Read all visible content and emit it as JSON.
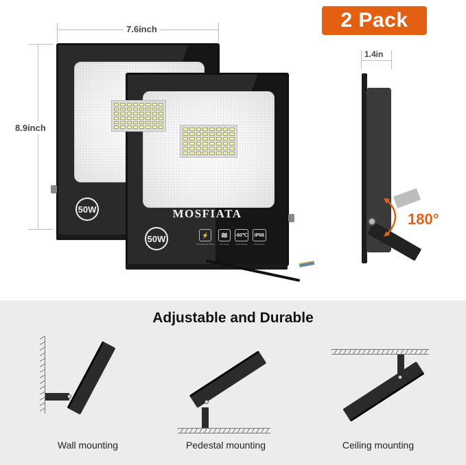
{
  "badge": {
    "label": "2 Pack",
    "color": "#e35f12"
  },
  "dimensions": {
    "width": "7.6inch",
    "height": "8.9inch",
    "depth": "1.4in"
  },
  "product": {
    "brand": "MOSFIATA",
    "wattage": "50W",
    "led_grid": {
      "columns": 8,
      "rows": 6
    },
    "features": [
      {
        "icon": "lightning-icon",
        "symbol": "⚡",
        "caption": "Anti-lightning Strike"
      },
      {
        "icon": "wave-icon",
        "symbol": "≋",
        "caption": "Anti-surge"
      },
      {
        "icon": "temperature-icon",
        "symbol": "-60℃",
        "caption": "Cold starting"
      },
      {
        "icon": "waterproof-icon",
        "symbol": "IP66",
        "caption": "Waterproof"
      }
    ]
  },
  "rotation": {
    "label": "180°",
    "color": "#e0621a"
  },
  "section": {
    "title": "Adjustable and Durable",
    "mountings": [
      {
        "label": "Wall mounting"
      },
      {
        "label": "Pedestal mounting"
      },
      {
        "label": "Ceiling mounting"
      }
    ]
  }
}
